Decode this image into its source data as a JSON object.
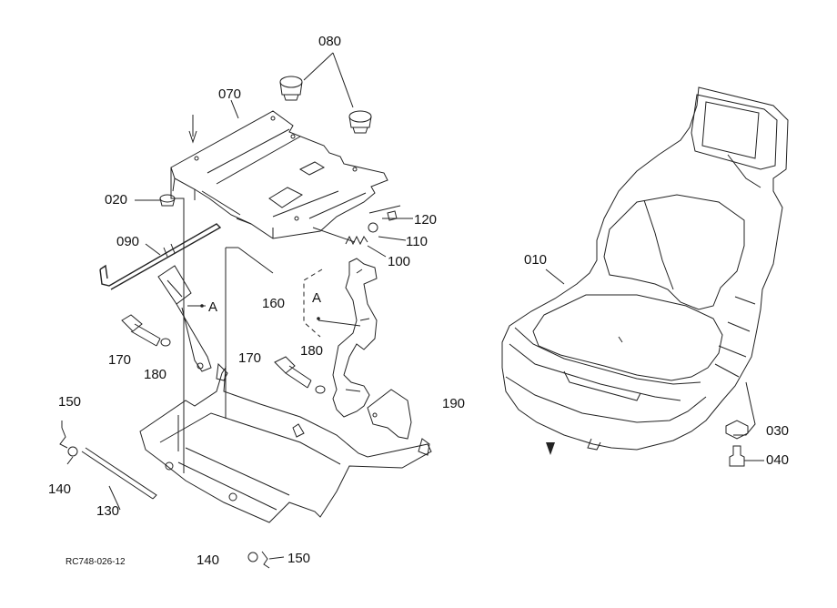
{
  "callouts": {
    "p010": "010",
    "p020": "020",
    "p030": "030",
    "p040": "040",
    "p070": "070",
    "p080": "080",
    "p090": "090",
    "p100": "100",
    "p110": "110",
    "p120": "120",
    "p130": "130",
    "p140a": "140",
    "p140b": "140",
    "p150a": "150",
    "p150b": "150",
    "p160": "160",
    "p170a": "170",
    "p170b": "170",
    "p180a": "180",
    "p180b": "180",
    "p190": "190",
    "detailA1": "A",
    "detailA2": "A"
  },
  "drawing_code": "RC748-026-12"
}
